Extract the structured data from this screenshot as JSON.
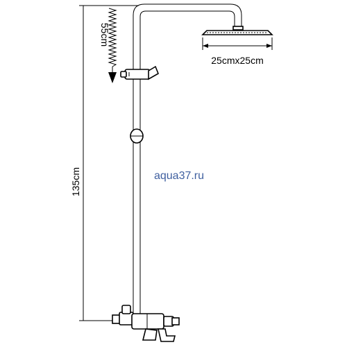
{
  "labels": {
    "slide_travel": "55cm",
    "total_height": "135cm",
    "head_size": "25cmx25cm",
    "watermark": "aqua37.ru"
  },
  "colors": {
    "line": "#000000",
    "watermark": "#3f5f9f",
    "background": "#ffffff"
  }
}
